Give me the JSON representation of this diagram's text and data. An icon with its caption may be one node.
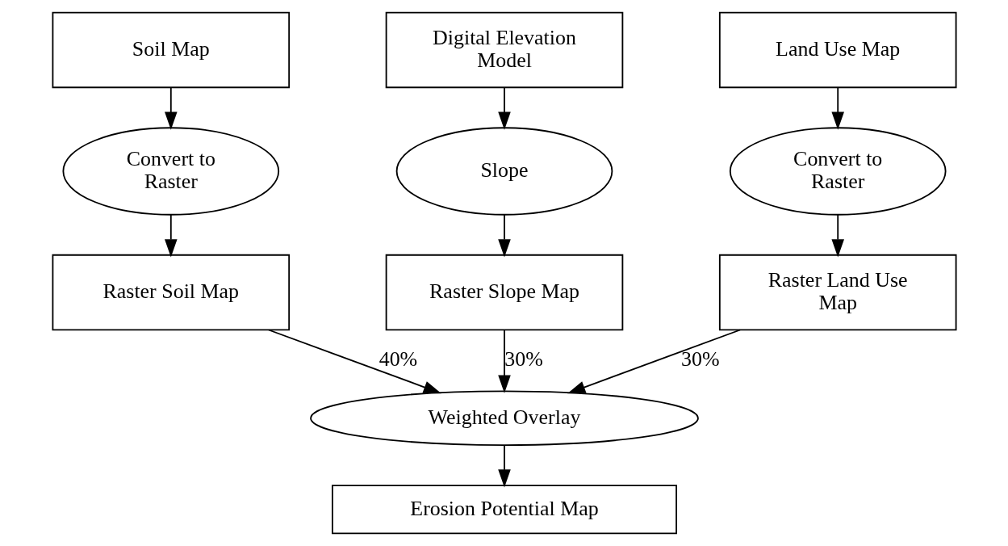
{
  "diagram": {
    "nodes": [
      {
        "text": [
          "Soil Map"
        ]
      },
      {
        "text": [
          "Digital Elevation Model"
        ]
      },
      {
        "text": [
          "Land Use Map"
        ]
      },
      {
        "text": [
          "Convert to Raster"
        ]
      },
      {
        "text": [
          "Slope"
        ]
      },
      {
        "text": [
          "Convert to Raster"
        ]
      },
      {
        "text": [
          "Raster Soil Map"
        ]
      },
      {
        "text": [
          "Raster Slope Map"
        ]
      },
      {
        "text": [
          "Raster Land Use Map"
        ]
      },
      {
        "text": [
          "Weighted Overlay"
        ]
      },
      {
        "text": [
          "Erosion Potential Map"
        ]
      }
    ],
    "edges": [
      {
        "from": 0,
        "to": 3,
        "arrow": "to"
      },
      {
        "from": 1,
        "to": 4,
        "arrow": "to"
      },
      {
        "from": 2,
        "to": 5,
        "arrow": "to"
      },
      {
        "from": 3,
        "to": 6,
        "arrow": "to"
      },
      {
        "from": 4,
        "to": 7,
        "arrow": "to"
      },
      {
        "from": 5,
        "to": 8,
        "arrow": "to"
      },
      {
        "from": 6,
        "to": 9,
        "arrow": "to",
        "label": "40%"
      },
      {
        "from": 7,
        "to": 9,
        "arrow": "to",
        "label": "30%"
      },
      {
        "from": 8,
        "to": 9,
        "arrow": "to",
        "label": "30%"
      },
      {
        "from": 9,
        "to": 10,
        "arrow": "to"
      }
    ]
  }
}
